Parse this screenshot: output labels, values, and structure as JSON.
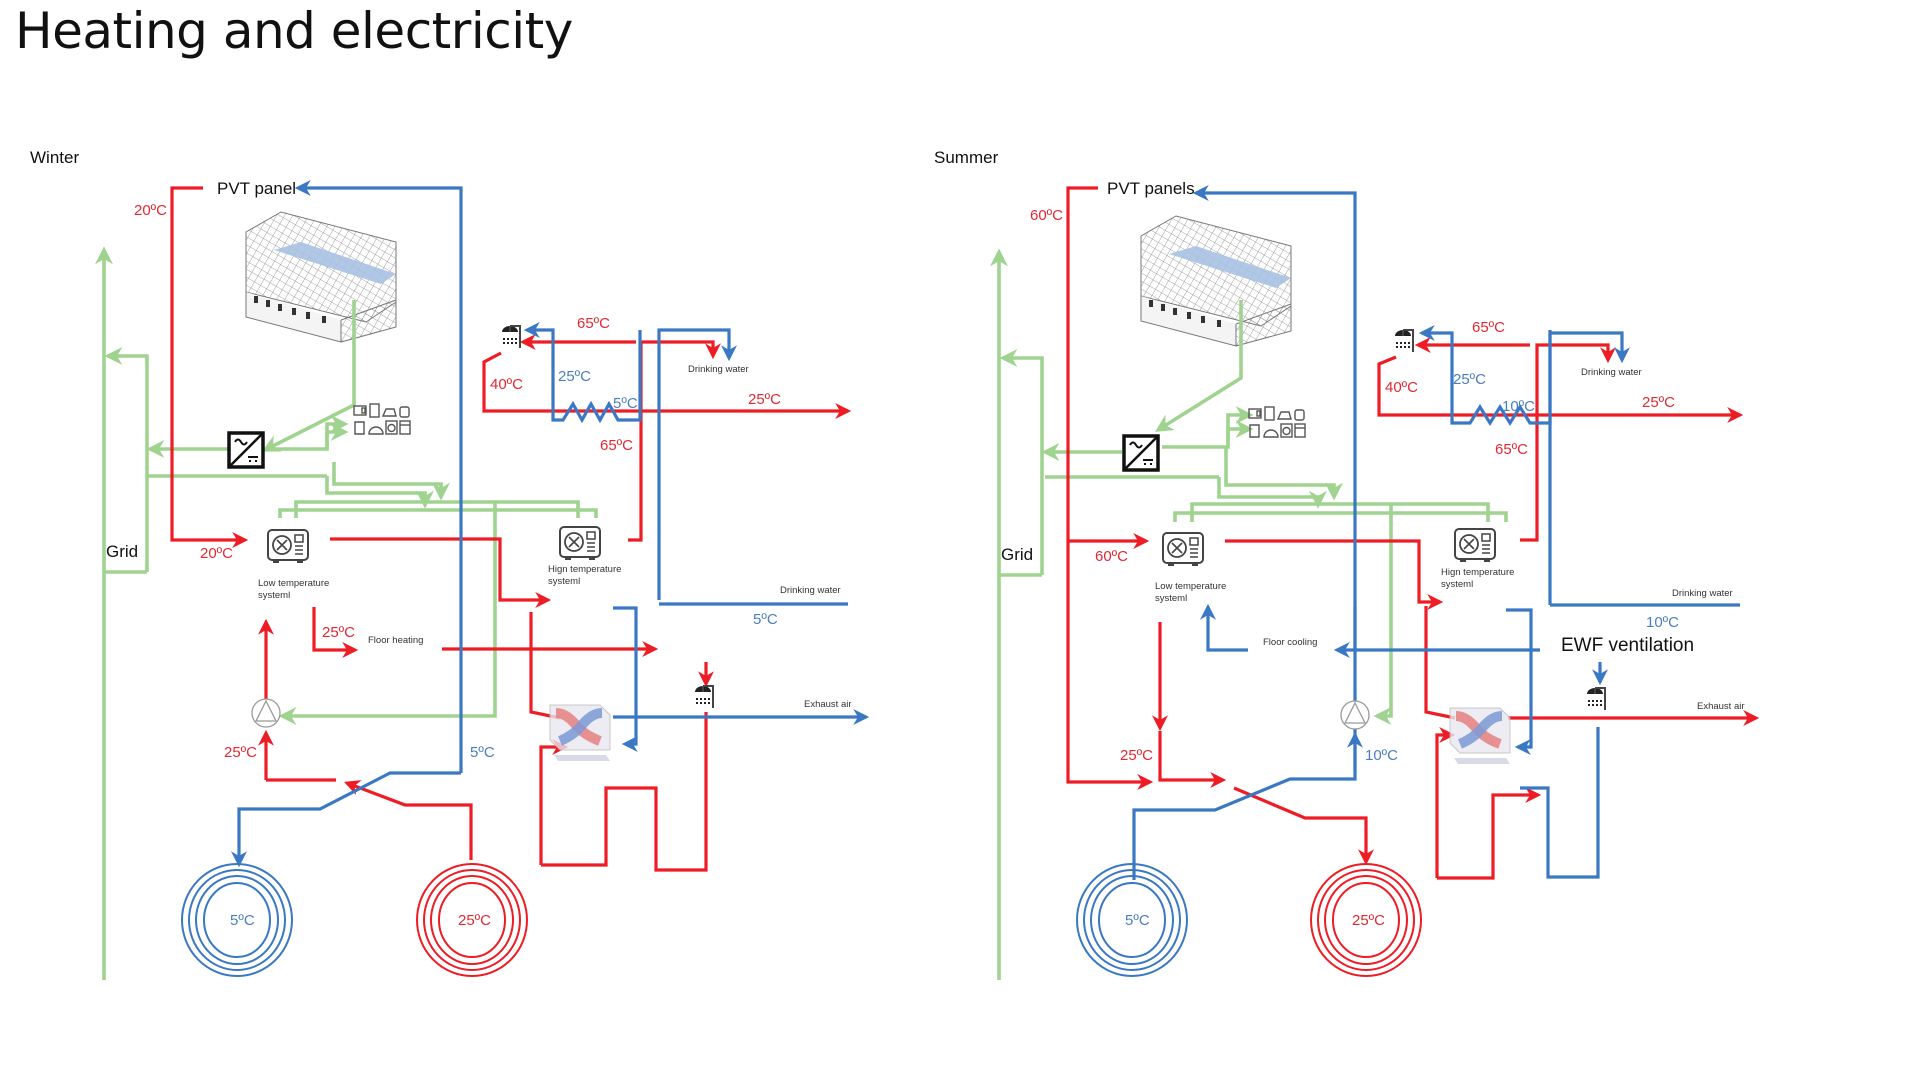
{
  "title": "Heating and electricity",
  "colors": {
    "hot": "#ee1c25",
    "cold": "#3a78c3",
    "electric": "#9fd38f"
  },
  "winter": {
    "label": "Winter",
    "pvt_label": "PVT panel",
    "grid_label": "Grid",
    "low_temp_label_1": "Low temperature",
    "low_temp_label_2": "systeml",
    "high_temp_label_1": "Hign temperature",
    "high_temp_label_2": "systeml",
    "drinking_water_top": "Drinking water",
    "drinking_water_bottom": "Drinking water",
    "floor_label": "Floor heating",
    "exhaust_label": "Exhaust air",
    "temps": {
      "pvt_out": "20ºC",
      "low_in": "20ºC",
      "shower_hot": "65ºC",
      "shower_return": "40ºC",
      "hx_blue": "25ºC",
      "hx_cold": "5ºC",
      "waste_out": "25ºC",
      "high_out": "65ºC",
      "floor": "25ºC",
      "pump_in": "25ºC",
      "ground_return": "5ºC",
      "drinking_in": "5ºC",
      "cold_store": "5ºC",
      "warm_store": "25ºC"
    }
  },
  "summer": {
    "label": "Summer",
    "pvt_label": "PVT panels",
    "grid_label": "Grid",
    "low_temp_label_1": "Low temperature",
    "low_temp_label_2": "systeml",
    "high_temp_label_1": "Hign temperature",
    "high_temp_label_2": "systeml",
    "drinking_water_top": "Drinking water",
    "drinking_water_bottom": "Drinking water",
    "floor_label": "Floor cooling",
    "ventilation_label": "EWF ventilation",
    "exhaust_label": "Exhaust air",
    "temps": {
      "pvt_out": "60ºC",
      "low_in": "60ºC",
      "shower_hot": "65ºC",
      "shower_return": "40ºC",
      "hx_blue": "25ºC",
      "hx_cold": "10ºC",
      "waste_out": "25ºC",
      "high_out": "65ºC",
      "loop_return": "25ºC",
      "pump_in": "10ºC",
      "drinking_in": "10ºC",
      "cold_store": "5ºC",
      "warm_store": "25ºC"
    }
  },
  "icons": [
    "solar-roof-icon",
    "inverter-icon",
    "appliances-icon",
    "heat-pump-icon",
    "shower-icon",
    "circulation-pump-icon",
    "heat-recovery-unit-icon",
    "ground-storage-icon"
  ]
}
